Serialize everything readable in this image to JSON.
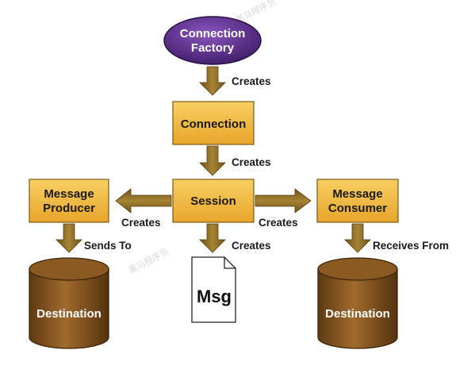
{
  "nodes": {
    "connection_factory": [
      "Connection",
      "Factory"
    ],
    "connection": "Connection",
    "session": "Session",
    "message_producer": [
      "Message",
      "Producer"
    ],
    "message_consumer": [
      "Message",
      "Consumer"
    ],
    "msg": "Msg",
    "destination_left": "Destination",
    "destination_right": "Destination"
  },
  "edges": {
    "factory_to_connection": "Creates",
    "connection_to_session": "Creates",
    "session_to_producer": "Creates",
    "session_to_consumer": "Creates",
    "session_to_msg": "Creates",
    "producer_to_destination": "Sends To",
    "destination_to_consumer": "Receives From"
  },
  "watermark": "黑马程序员",
  "colors": {
    "box_fill": "#f2b73a",
    "box_stroke": "#7a5a10",
    "factory_fill": "#5a2d86",
    "arrow_fill": "#8a6a28",
    "cylinder_fill": "#7a4e1c"
  }
}
